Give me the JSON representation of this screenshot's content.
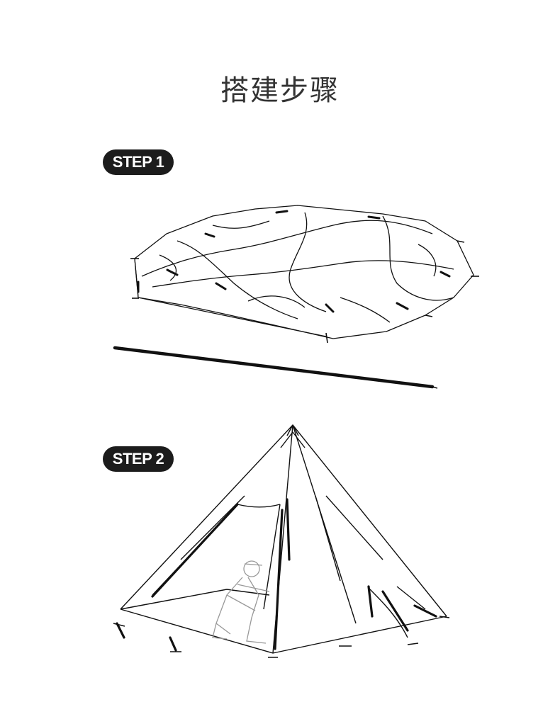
{
  "page": {
    "title": "搭建步骤"
  },
  "steps": [
    {
      "label": "STEP 1",
      "illustration": "flat-tent-and-pole"
    },
    {
      "label": "STEP 2",
      "illustration": "tent-pitched-with-person"
    }
  ]
}
